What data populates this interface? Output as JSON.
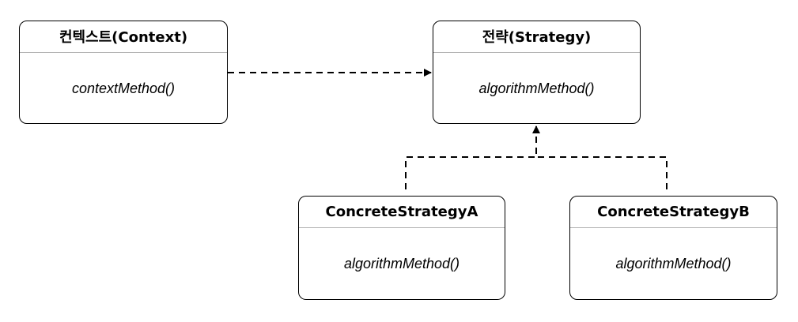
{
  "diagram": {
    "nodes": {
      "context": {
        "title": "컨텍스트(Context)",
        "method": "contextMethod()"
      },
      "strategy": {
        "title": "전략(Strategy)",
        "method": "algorithmMethod()"
      },
      "concrete_a": {
        "title": "ConcreteStrategyA",
        "method": "algorithmMethod()"
      },
      "concrete_b": {
        "title": "ConcreteStrategyB",
        "method": "algorithmMethod()"
      }
    },
    "edges": [
      {
        "from": "context",
        "to": "strategy",
        "style": "dashed",
        "arrow": "filled"
      },
      {
        "from": "concrete_a",
        "to": "strategy",
        "style": "dashed",
        "arrow": "filled"
      },
      {
        "from": "concrete_b",
        "to": "strategy",
        "style": "dashed",
        "arrow": "filled"
      }
    ],
    "colors": {
      "stroke": "#000000",
      "divider": "#b3b3b3",
      "background": "#ffffff"
    }
  }
}
